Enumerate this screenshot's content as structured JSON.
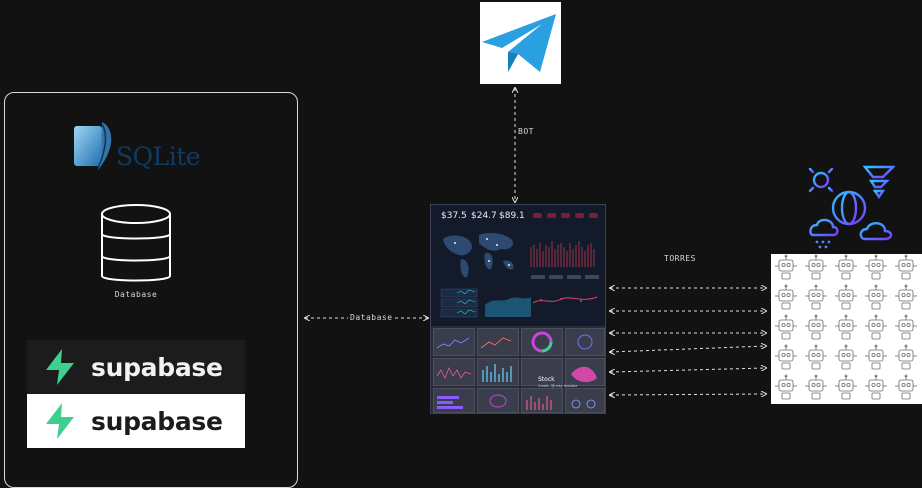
{
  "left_panel": {
    "sqlite_text": "SQLite",
    "database_label": "Database",
    "supabase_dark": "supabase",
    "supabase_light": "supabase"
  },
  "dashboard": {
    "kpis": [
      "$37.5",
      "$24.7",
      "$89.1"
    ],
    "bottom_tiles_label": "Stock",
    "bottom_tiles_sub": "Credit: @ricky feasible"
  },
  "edges": {
    "bot": "BOT",
    "database": "Database",
    "torres": "TORRES"
  },
  "colors": {
    "background": "#121212",
    "supabase_green": "#3ecf8e",
    "telegram_blue": "#2aa0e0",
    "sqlite_blue": "#0f3b63"
  },
  "icons": [
    "telegram-logo",
    "sqlite-feather-icon",
    "database-icon",
    "supabase-bolt-icon",
    "weather-icon",
    "robot-pattern"
  ]
}
